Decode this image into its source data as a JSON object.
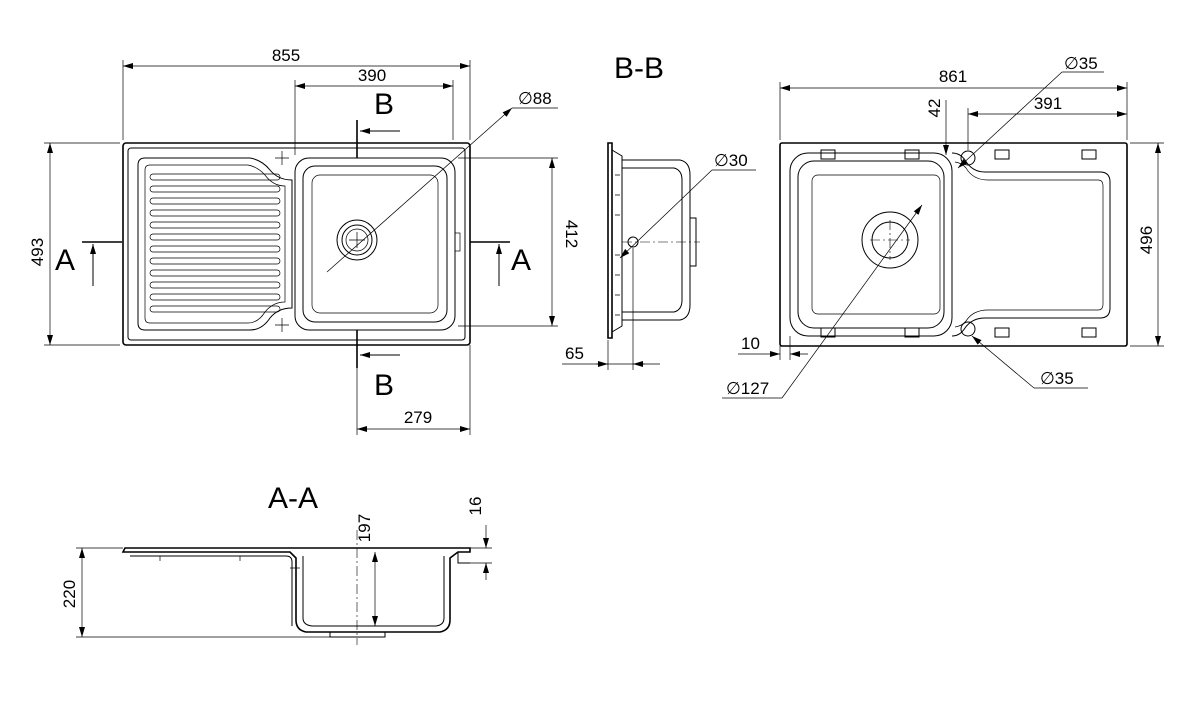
{
  "section_labels": {
    "a_left": "A",
    "a_right": "A",
    "b_top": "B",
    "b_bottom": "B",
    "view_bb": "B-B",
    "view_aa": "A-A"
  },
  "dimensions": {
    "top_overall_width": "855",
    "top_bowl_width": "390",
    "top_drain_diameter": "∅88",
    "top_overall_height": "493",
    "top_bowl_height": "412",
    "top_bowl_offset": "279",
    "bb_hole_diameter": "∅30",
    "bb_flange_width": "65",
    "under_overall_width": "861",
    "under_tap_hole": "∅35",
    "under_tap_hole_bottom": "∅35",
    "under_offset_42": "42",
    "under_bowl_width": "391",
    "under_overall_height": "496",
    "under_edge_offset": "10",
    "under_drain_diameter": "∅127",
    "aa_bowl_depth": "197",
    "aa_total_depth": "220",
    "aa_rim_height": "16"
  }
}
